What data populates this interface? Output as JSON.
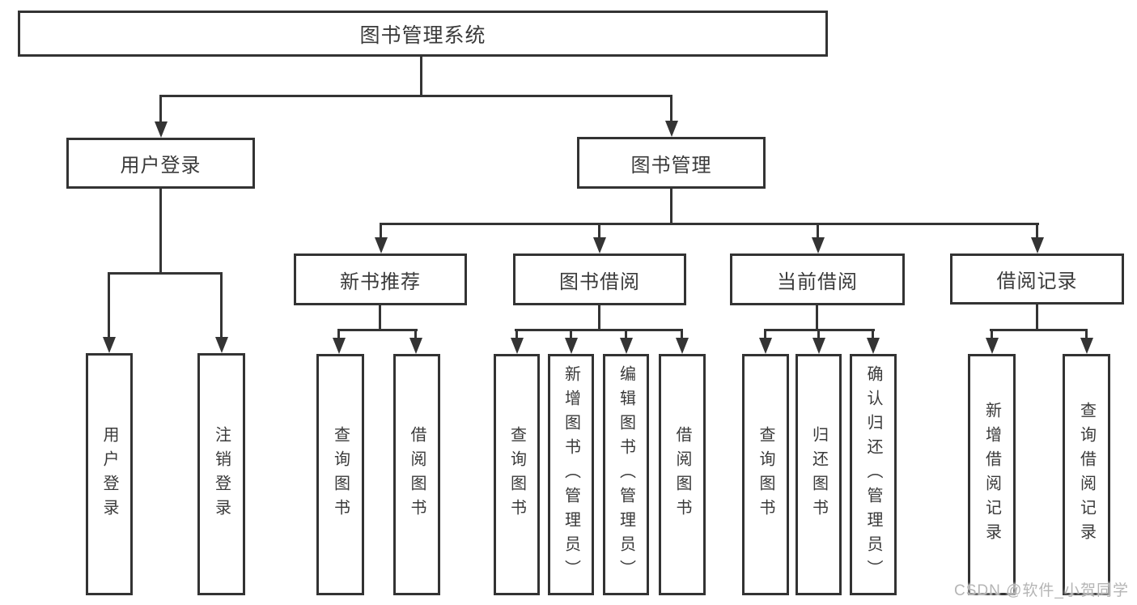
{
  "diagram_type": "hierarchy-tree",
  "watermark": "CSDN @软件_小贺同学",
  "colors": {
    "line": "#343434",
    "box_border": "#333333",
    "text": "#3a3a3a",
    "box_background": "#ffffff",
    "page_background": "#ffffff",
    "watermark_text": "#b5b5b5"
  },
  "nodes": [
    {
      "id": "root",
      "label": "图书管理系统",
      "level": 1,
      "parent": null
    },
    {
      "id": "user-login",
      "label": "用户登录",
      "level": 2,
      "parent": "root"
    },
    {
      "id": "book-mgmt",
      "label": "图书管理",
      "level": 2,
      "parent": "root"
    },
    {
      "id": "new-book-rec",
      "label": "新书推荐",
      "level": 3,
      "parent": "book-mgmt"
    },
    {
      "id": "book-borrow",
      "label": "图书借阅",
      "level": 3,
      "parent": "book-mgmt"
    },
    {
      "id": "current-borrow",
      "label": "当前借阅",
      "level": 3,
      "parent": "book-mgmt"
    },
    {
      "id": "borrow-records",
      "label": "借阅记录",
      "level": 3,
      "parent": "book-mgmt"
    },
    {
      "id": "leaf-user-login",
      "label": "用户登录",
      "level": 4,
      "parent": "user-login"
    },
    {
      "id": "leaf-logout",
      "label": "注销登录",
      "level": 4,
      "parent": "user-login"
    },
    {
      "id": "leaf-nbr-query",
      "label": "查询图书",
      "level": 4,
      "parent": "new-book-rec"
    },
    {
      "id": "leaf-nbr-borrow",
      "label": "借阅图书",
      "level": 4,
      "parent": "new-book-rec"
    },
    {
      "id": "leaf-bb-query",
      "label": "查询图书",
      "level": 4,
      "parent": "book-borrow"
    },
    {
      "id": "leaf-bb-add",
      "label": "新增图书（管理员）",
      "level": 4,
      "parent": "book-borrow"
    },
    {
      "id": "leaf-bb-edit",
      "label": "编辑图书（管理员）",
      "level": 4,
      "parent": "book-borrow"
    },
    {
      "id": "leaf-bb-borrow",
      "label": "借阅图书",
      "level": 4,
      "parent": "book-borrow"
    },
    {
      "id": "leaf-cb-query",
      "label": "查询图书",
      "level": 4,
      "parent": "current-borrow"
    },
    {
      "id": "leaf-cb-return",
      "label": "归还图书",
      "level": 4,
      "parent": "current-borrow"
    },
    {
      "id": "leaf-cb-confirm",
      "label": "确认归还（管理员）",
      "level": 4,
      "parent": "current-borrow"
    },
    {
      "id": "leaf-br-add",
      "label": "新增借阅记录",
      "level": 4,
      "parent": "borrow-records"
    },
    {
      "id": "leaf-br-query",
      "label": "查询借阅记录",
      "level": 4,
      "parent": "borrow-records"
    }
  ],
  "edges": [
    [
      "root",
      "user-login"
    ],
    [
      "root",
      "book-mgmt"
    ],
    [
      "user-login",
      "leaf-user-login"
    ],
    [
      "user-login",
      "leaf-logout"
    ],
    [
      "book-mgmt",
      "new-book-rec"
    ],
    [
      "book-mgmt",
      "book-borrow"
    ],
    [
      "book-mgmt",
      "current-borrow"
    ],
    [
      "book-mgmt",
      "borrow-records"
    ],
    [
      "new-book-rec",
      "leaf-nbr-query"
    ],
    [
      "new-book-rec",
      "leaf-nbr-borrow"
    ],
    [
      "book-borrow",
      "leaf-bb-query"
    ],
    [
      "book-borrow",
      "leaf-bb-add"
    ],
    [
      "book-borrow",
      "leaf-bb-edit"
    ],
    [
      "book-borrow",
      "leaf-bb-borrow"
    ],
    [
      "current-borrow",
      "leaf-cb-query"
    ],
    [
      "current-borrow",
      "leaf-cb-return"
    ],
    [
      "current-borrow",
      "leaf-cb-confirm"
    ],
    [
      "borrow-records",
      "leaf-br-add"
    ],
    [
      "borrow-records",
      "leaf-br-query"
    ]
  ]
}
